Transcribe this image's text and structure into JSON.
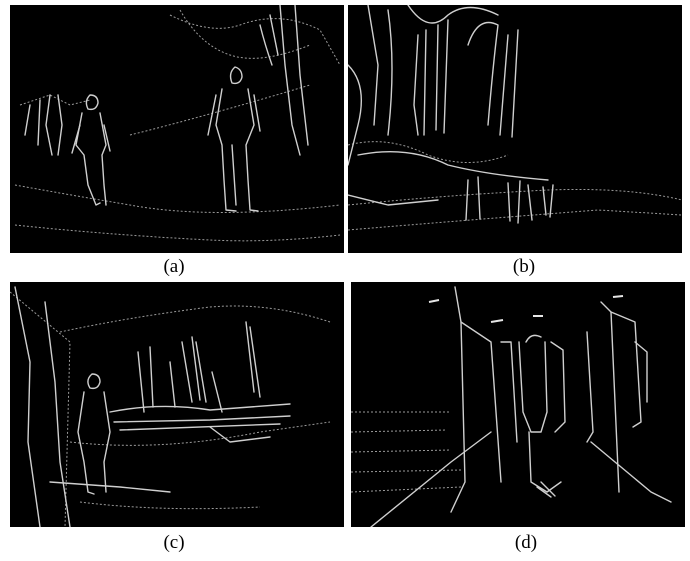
{
  "figure": {
    "panels": [
      {
        "id": "a",
        "caption": "(a)",
        "content": "edge-map-forest-two-people"
      },
      {
        "id": "b",
        "caption": "(b)",
        "content": "edge-map-trees-and-path"
      },
      {
        "id": "c",
        "caption": "(c)",
        "content": "edge-map-boats-and-person"
      },
      {
        "id": "d",
        "caption": "(d)",
        "content": "edge-map-corridor"
      }
    ]
  },
  "colors": {
    "background": "#000000",
    "edges": "#cfcfcf",
    "page": "#ffffff"
  }
}
